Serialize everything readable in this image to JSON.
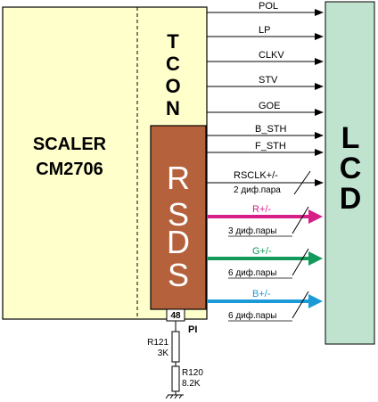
{
  "scaler": {
    "line1": "SCALER",
    "line2": "CM2706"
  },
  "tcon": {
    "letters": [
      "T",
      "C",
      "O",
      "N"
    ]
  },
  "rsds": {
    "letters": [
      "R",
      "S",
      "D",
      "S"
    ]
  },
  "lcd": {
    "letters": [
      "L",
      "C",
      "D"
    ]
  },
  "pin": {
    "number": "48",
    "name": "PI"
  },
  "signals": [
    "POL",
    "LP",
    "CLKV",
    "STV",
    "GOE",
    "B_STH",
    "F_STH"
  ],
  "rsclk": {
    "name": "RSCLK+/-",
    "pairs": "2 диф.пара"
  },
  "diff_buses": [
    {
      "name": "R+/-",
      "pairs": "3 диф.пары",
      "color": "#d61f87"
    },
    {
      "name": "G+/-",
      "pairs": "6 диф.пары",
      "color": "#12995b"
    },
    {
      "name": "B+/-",
      "pairs": "6 диф.пары",
      "color": "#1a9ad6"
    }
  ],
  "resistors": [
    {
      "ref": "R121",
      "value": "3K"
    },
    {
      "ref": "R120",
      "value": "8.2K"
    }
  ],
  "colors": {
    "scaler_fill": "#ffffcc",
    "rsds_fill": "#b5613c",
    "lcd_fill": "#bfe3cf",
    "line": "#000000"
  }
}
